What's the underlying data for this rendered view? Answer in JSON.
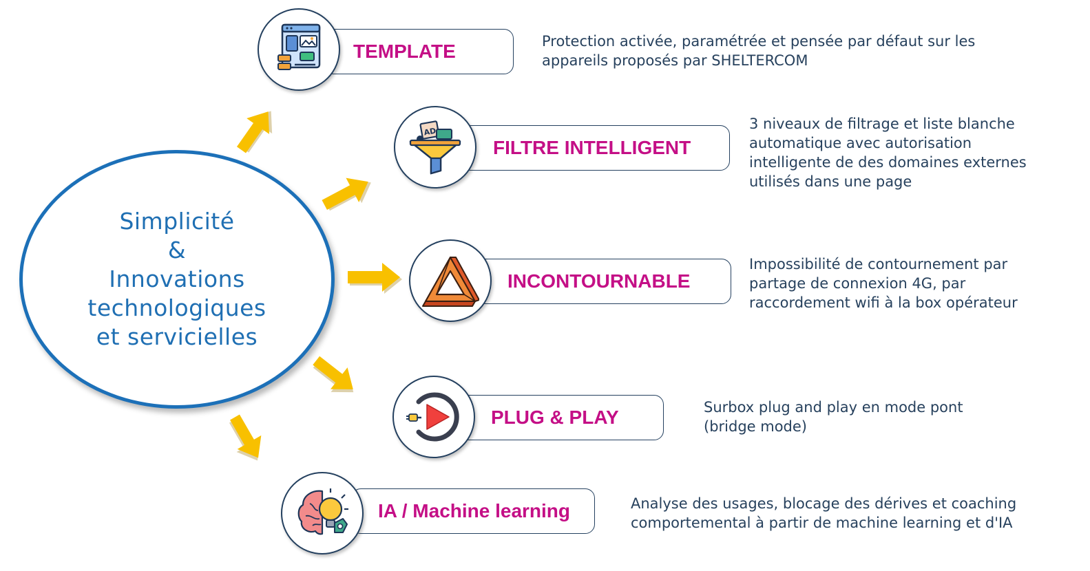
{
  "center": {
    "lines": [
      "Simplicité",
      "&",
      "Innovations",
      "technologiques",
      "et servicielles"
    ]
  },
  "colors": {
    "center_border": "#1c70b8",
    "center_text": "#1f6fb3",
    "label": "#c40f86",
    "description": "#27415d",
    "arrow": "#f8c000",
    "outline": "#24405f"
  },
  "features": [
    {
      "label": "TEMPLATE",
      "icon": "web-template-icon",
      "description": [
        "Protection activée, paramétrée et pensée par défaut sur les",
        "appareils proposés par SHELTERCOM"
      ]
    },
    {
      "label": "FILTRE INTELLIGENT",
      "icon": "ad-filter-funnel-icon",
      "icon_text": "AD",
      "description": [
        "3 niveaux de filtrage et liste blanche",
        "automatique avec autorisation",
        "intelligente de des domaines externes",
        "utilisés dans une page"
      ]
    },
    {
      "label": "INCONTOURNABLE",
      "icon": "penrose-triangle-icon",
      "description": [
        "Impossibilité de contournement par",
        "partage de connexion 4G, par",
        "raccordement wifi à la box opérateur"
      ]
    },
    {
      "label": "PLUG & PLAY",
      "icon": "plug-play-icon",
      "description": [
        "Surbox plug and play en mode pont",
        "(bridge mode)"
      ]
    },
    {
      "label": "IA / Machine learning",
      "icon": "brain-lightbulb-icon",
      "description": [
        "Analyse des usages, blocage des dérives et coaching",
        "comportemental à partir de machine learning et d'IA"
      ]
    }
  ]
}
